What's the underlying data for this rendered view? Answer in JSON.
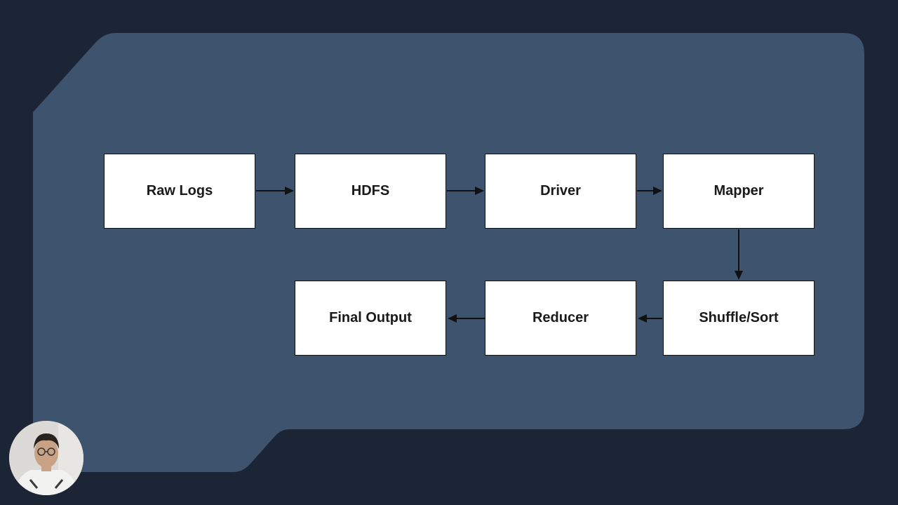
{
  "diagram": {
    "nodes": [
      {
        "id": "raw-logs",
        "label": "Raw Logs"
      },
      {
        "id": "hdfs",
        "label": "HDFS"
      },
      {
        "id": "driver",
        "label": "Driver"
      },
      {
        "id": "mapper",
        "label": "Mapper"
      },
      {
        "id": "shuffle-sort",
        "label": "Shuffle/Sort"
      },
      {
        "id": "reducer",
        "label": "Reducer"
      },
      {
        "id": "final-output",
        "label": "Final Output"
      }
    ],
    "edges": [
      {
        "from": "raw-logs",
        "to": "hdfs"
      },
      {
        "from": "hdfs",
        "to": "driver"
      },
      {
        "from": "driver",
        "to": "mapper"
      },
      {
        "from": "mapper",
        "to": "shuffle-sort"
      },
      {
        "from": "shuffle-sort",
        "to": "reducer"
      },
      {
        "from": "reducer",
        "to": "final-output"
      }
    ]
  },
  "colors": {
    "background": "#1b2535",
    "panel": "#3e536d",
    "node_fill": "#ffffff",
    "node_border": "#111111",
    "arrow": "#111111"
  }
}
